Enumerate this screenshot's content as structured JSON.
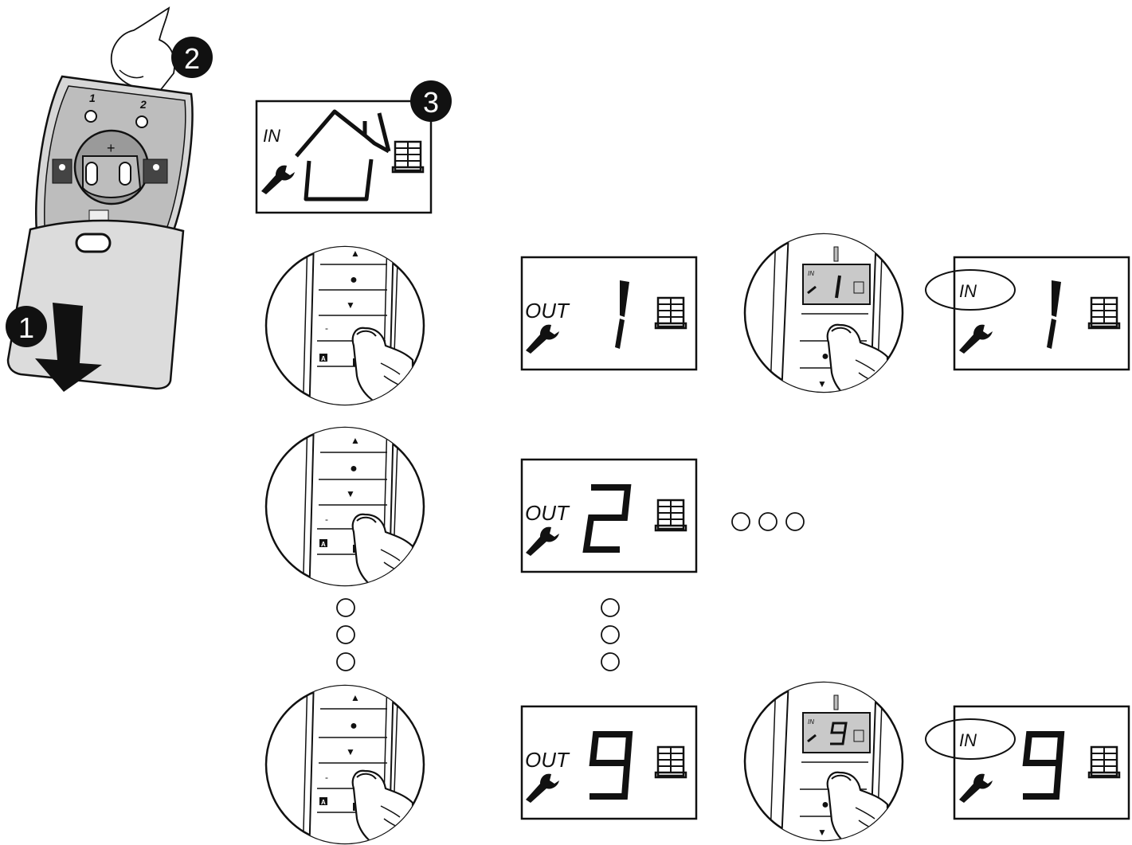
{
  "steps": {
    "one": "1",
    "two": "2",
    "three": "3"
  },
  "battery": {
    "plus": "+",
    "slot1": "1",
    "slot2": "2"
  },
  "lcd": {
    "out": "OUT",
    "in": "IN"
  },
  "remote": {
    "up": "▲",
    "stop": "●",
    "down": "▼",
    "dash": "-",
    "a": "A",
    "b": "B",
    "mini_in": "IN"
  },
  "channels": {
    "first": "1",
    "second": "2",
    "last": "9"
  },
  "icons": {
    "wrench": "wrench-icon",
    "window": "window-icon",
    "house": "house-icon",
    "arrow": "down-arrow-icon",
    "finger": "finger-icon"
  },
  "colors": {
    "ink": "#111111",
    "screen": "#c9c9c9",
    "shell": "#d6d6d6",
    "paper": "#ffffff"
  }
}
